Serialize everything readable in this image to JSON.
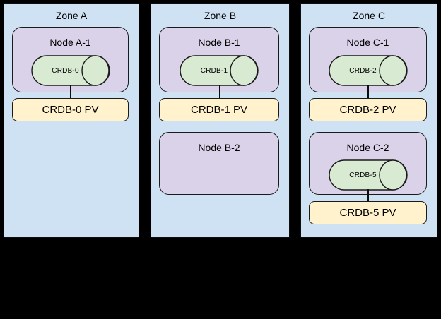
{
  "diagram": {
    "type": "kubernetes-topology",
    "background": "#000000",
    "colors": {
      "zone_fill": "#cfe2f3",
      "node_fill": "#d9d2e9",
      "pod_fill": "#d9ead3",
      "pv_fill": "#fff2cc",
      "border": "#0d0d0d"
    }
  },
  "zones": [
    {
      "label": "Zone A",
      "node1": {
        "label": "Node A-1",
        "pod": "CRDB-0"
      },
      "pv1": "CRDB-0 PV"
    },
    {
      "label": "Zone B",
      "node1": {
        "label": "Node B-1",
        "pod": "CRDB-1"
      },
      "pv1": "CRDB-1 PV",
      "node2": {
        "label": "Node B-2"
      }
    },
    {
      "label": "Zone C",
      "node1": {
        "label": "Node C-1",
        "pod": "CRDB-2"
      },
      "pv1": "CRDB-2 PV",
      "node2": {
        "label": "Node C-2",
        "pod": "CRDB-5"
      },
      "pv2": "CRDB-5 PV"
    }
  ]
}
